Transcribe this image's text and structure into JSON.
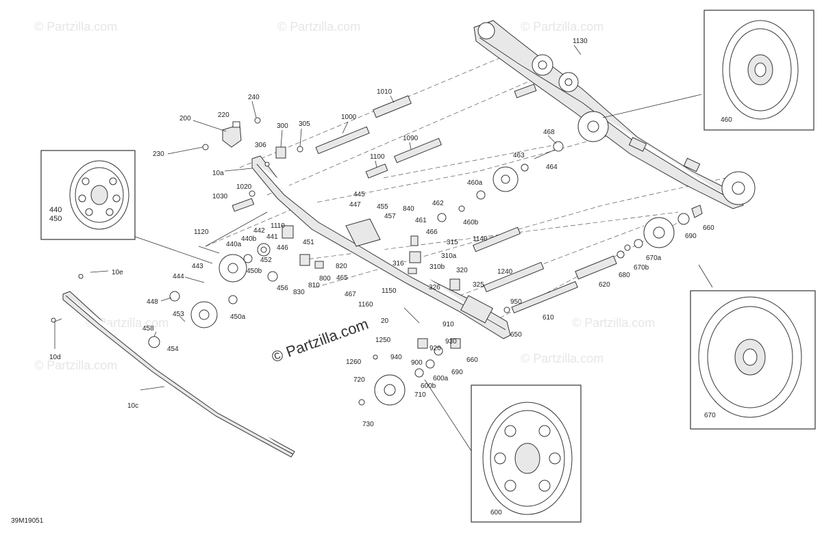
{
  "diagram_code": "39M19051",
  "watermark": "© Partzilla.com",
  "labels": {
    "l1130": "1130",
    "l1010": "1010",
    "l1000": "1000",
    "l240": "240",
    "l220": "220",
    "l200": "200",
    "l300": "300",
    "l305": "305",
    "l306": "306",
    "l230": "230",
    "l10a": "10a",
    "l1090": "1090",
    "l1100": "1100",
    "l468": "468",
    "l463": "463",
    "l464": "464",
    "l1020": "1020",
    "l1030": "1030",
    "l445": "445",
    "l447": "447",
    "l460a": "460a",
    "l462": "462",
    "l460b": "460b",
    "l455": "455",
    "l457": "457",
    "l840": "840",
    "l461": "461",
    "l466": "466",
    "l1110": "1110",
    "l1120": "1120",
    "l442": "442",
    "l440b": "440b",
    "l441": "441",
    "l440a": "440a",
    "l446": "446",
    "l451": "451",
    "l315": "315",
    "l310a": "310a",
    "l1140": "1140",
    "l316": "316",
    "l310b": "310b",
    "l443": "443",
    "l452": "452",
    "l820": "820",
    "l450b": "450b",
    "l444": "444",
    "l800": "800",
    "l465": "465",
    "l456": "456",
    "l810": "810",
    "l830": "830",
    "l467": "467",
    "l326": "326",
    "l320": "320",
    "l325": "325",
    "l1240": "1240",
    "l620": "620",
    "l680": "680",
    "l670a": "670a",
    "l670b": "670b",
    "l690t": "690",
    "l660t": "660",
    "l10e": "10e",
    "l448": "448",
    "l450a": "450a",
    "l453": "453",
    "l454": "454",
    "l458": "458",
    "l10d": "10d",
    "l1150": "1150",
    "l1160": "1160",
    "l20": "20",
    "l950": "950",
    "l610": "610",
    "l650": "650",
    "l910": "910",
    "l930": "930",
    "l1250": "1250",
    "l1260": "1260",
    "l940": "940",
    "l920": "920",
    "l660b": "660",
    "l900": "900",
    "l690b": "690",
    "l600a": "600a",
    "l600b": "600b",
    "l710": "710",
    "l720": "720",
    "l730": "730",
    "l10c": "10c"
  },
  "insets": {
    "inset_460": "460",
    "inset_440_line1": "440",
    "inset_440_line2": "450",
    "inset_670": "670",
    "inset_600": "600"
  }
}
